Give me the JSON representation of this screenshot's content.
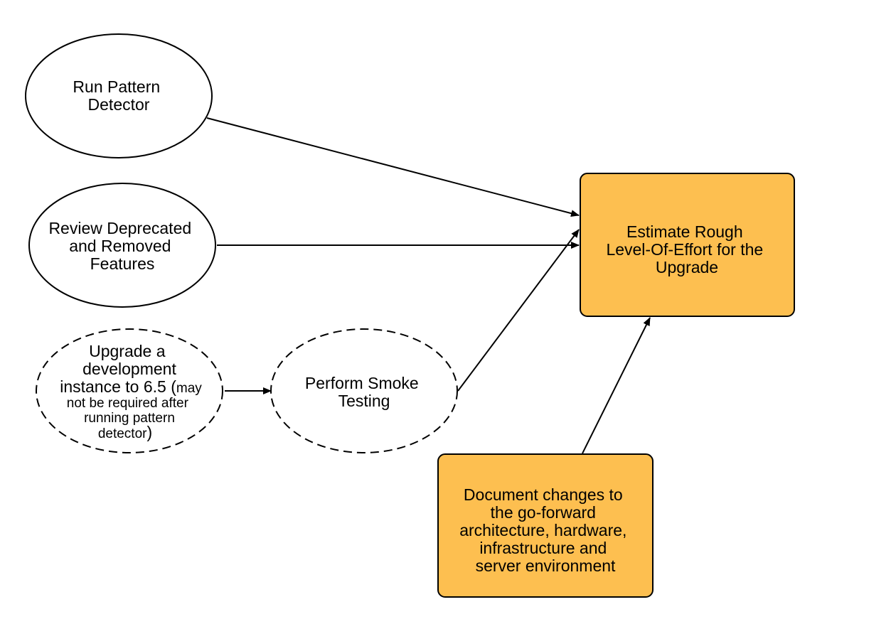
{
  "colors": {
    "box_fill": "#fdbf50",
    "stroke": "#000000",
    "background": "#ffffff"
  },
  "nodes": {
    "run_pattern": {
      "lines": [
        "Run Pattern",
        "Detector"
      ]
    },
    "review_deprecated": {
      "lines": [
        "Review Deprecated",
        "and Removed",
        "Features"
      ]
    },
    "upgrade_dev": {
      "line1": "Upgrade a",
      "line2": "development",
      "line3_main": "instance to 6.5 (",
      "line3_small": "may",
      "line4": "not be required after",
      "line5": "running pattern",
      "line6_small": "detector",
      "line6_close": ")"
    },
    "smoke_testing": {
      "lines": [
        "Perform Smoke",
        "Testing"
      ]
    },
    "estimate_loe": {
      "lines": [
        "Estimate Rough",
        "Level-Of-Effort for the",
        "Upgrade"
      ]
    },
    "document_changes": {
      "lines": [
        "Document changes to",
        "the go-forward",
        "architecture, hardware,",
        "infrastructure and",
        "server environment"
      ]
    }
  }
}
